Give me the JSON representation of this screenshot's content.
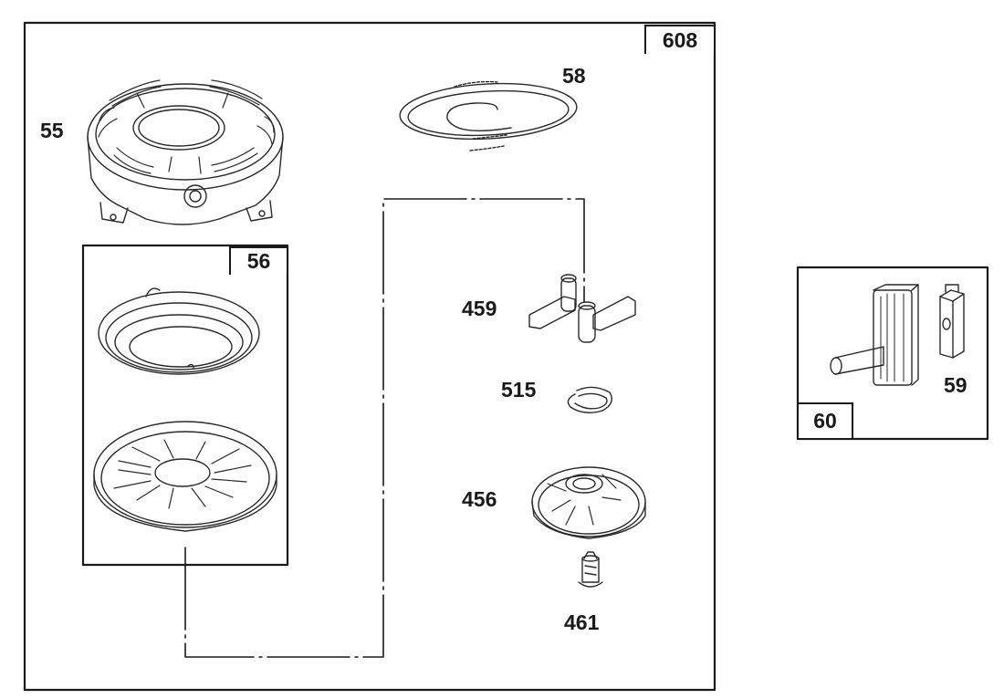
{
  "diagram": {
    "assembly_label": "608",
    "kit_labels": {
      "recoil_kit": "56",
      "handle_kit": "60"
    },
    "parts": {
      "housing": "55",
      "rope": "58",
      "pawl": "459",
      "clip": "515",
      "pulley": "456",
      "screw": "461",
      "handle": "59"
    }
  }
}
